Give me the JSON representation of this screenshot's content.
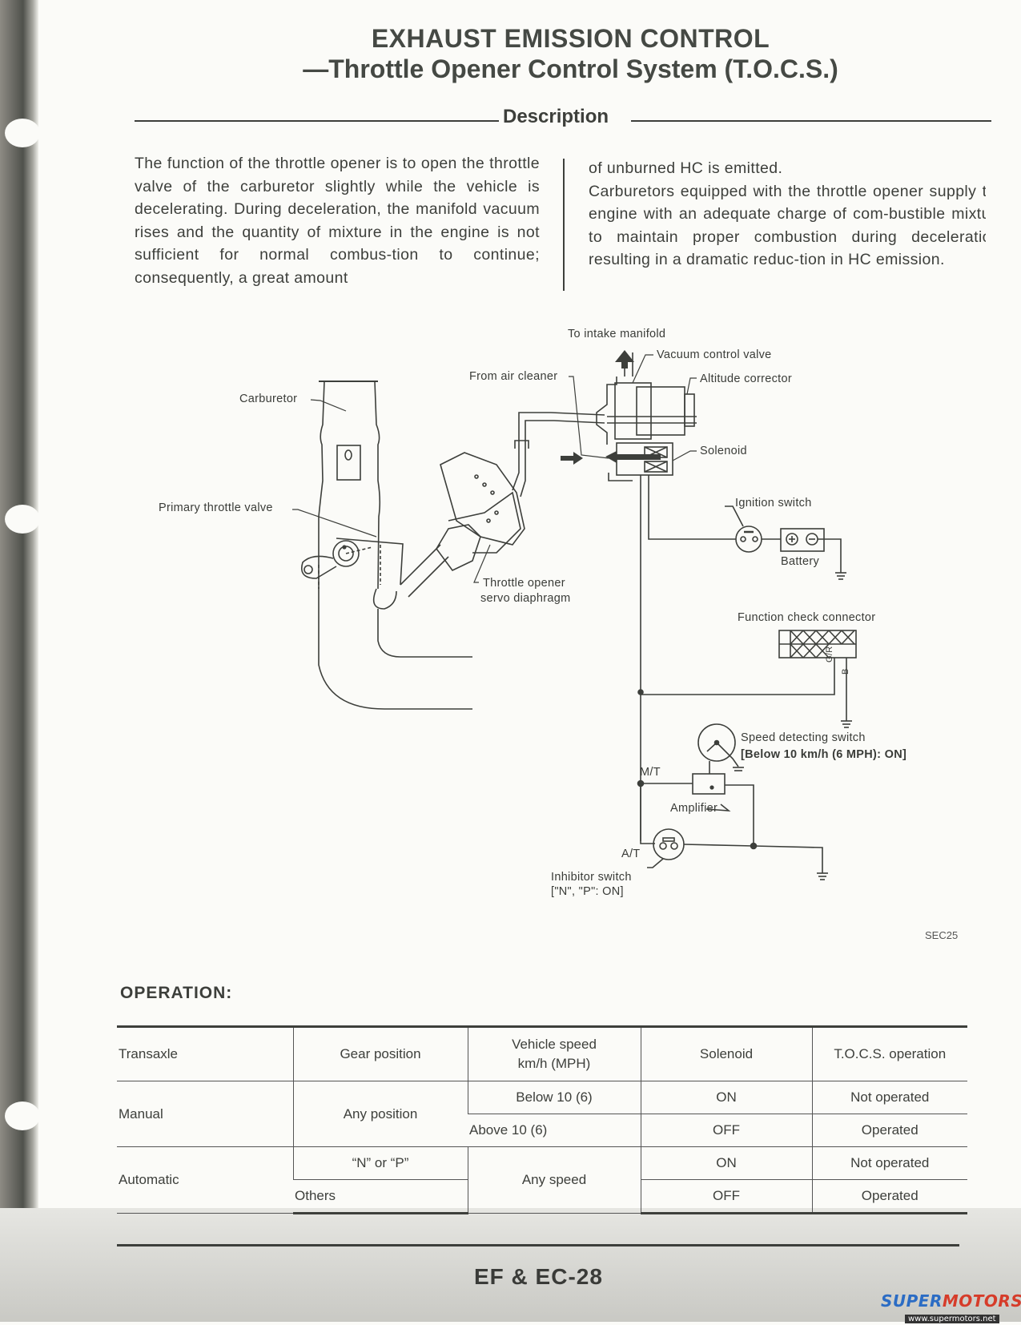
{
  "header": {
    "title": "EXHAUST EMISSION CONTROL",
    "subtitle": "—Throttle Opener Control System (T.O.C.S.)"
  },
  "description": {
    "heading": "Description",
    "left_column": "The function of the throttle opener is to open the throttle valve of the carburetor slightly while the vehicle is decelerating. During deceleration, the manifold vacuum rises and the quantity of mixture in the engine is not sufficient for normal combus-tion to continue; consequently, a great amount",
    "right_column_1": "of unburned HC is emitted.",
    "right_column_2": "Carburetors equipped with the throttle opener supply the engine with an adequate charge of com-bustible mixture to maintain proper combustion during deceleration, resulting in a dramatic reduc-tion in HC emission."
  },
  "diagram": {
    "labels": {
      "to_intake_manifold": "To intake manifold",
      "vacuum_control_valve": "Vacuum control valve",
      "altitude_corrector": "Altitude corrector",
      "from_air_cleaner": "From air cleaner",
      "carburetor": "Carburetor",
      "solenoid": "Solenoid",
      "primary_throttle_valve": "Primary throttle valve",
      "ignition_switch": "Ignition switch",
      "battery": "Battery",
      "throttle_opener_1": "Throttle opener",
      "throttle_opener_2": "servo diaphragm",
      "function_check_connector": "Function check connector",
      "wire_gr": "G/R",
      "wire_b": "B",
      "speed_switch": "Speed detecting switch",
      "speed_switch_note": "[Below 10 km/h (6 MPH): ON]",
      "mt": "M/T",
      "amplifier": "Amplifier",
      "at": "A/T",
      "inhibitor_switch": "Inhibitor switch",
      "inhibitor_note": "[\"N\", \"P\": ON]"
    },
    "code": "SEC25"
  },
  "operation": {
    "title": "OPERATION:",
    "headers": [
      "Transaxle",
      "Gear position",
      "Vehicle speed km/h (MPH)",
      "Solenoid",
      "T.O.C.S. operation"
    ],
    "rows": {
      "manual": {
        "transaxle": "Manual",
        "gear": "Any position",
        "speed_1": "Below 10 (6)",
        "solenoid_1": "ON",
        "tocs_1": "Not operated",
        "speed_2": "Above 10 (6)",
        "solenoid_2": "OFF",
        "tocs_2": "Operated"
      },
      "automatic": {
        "transaxle": "Automatic",
        "gear_1": "“N” or “P”",
        "gear_2": "Others",
        "speed": "Any speed",
        "solenoid_1": "ON",
        "tocs_1": "Not operated",
        "solenoid_2": "OFF",
        "tocs_2": "Operated"
      }
    }
  },
  "footer": {
    "page": "EF & EC-28",
    "watermark_brand_a": "SUPER",
    "watermark_brand_b": "MOTORS",
    "watermark_url": "www.supermotors.net"
  },
  "colors": {
    "ink": "#3d3f3b",
    "paper": "#fbfbf8",
    "brand_blue": "#2b6cc4",
    "brand_red": "#d63c2a"
  }
}
